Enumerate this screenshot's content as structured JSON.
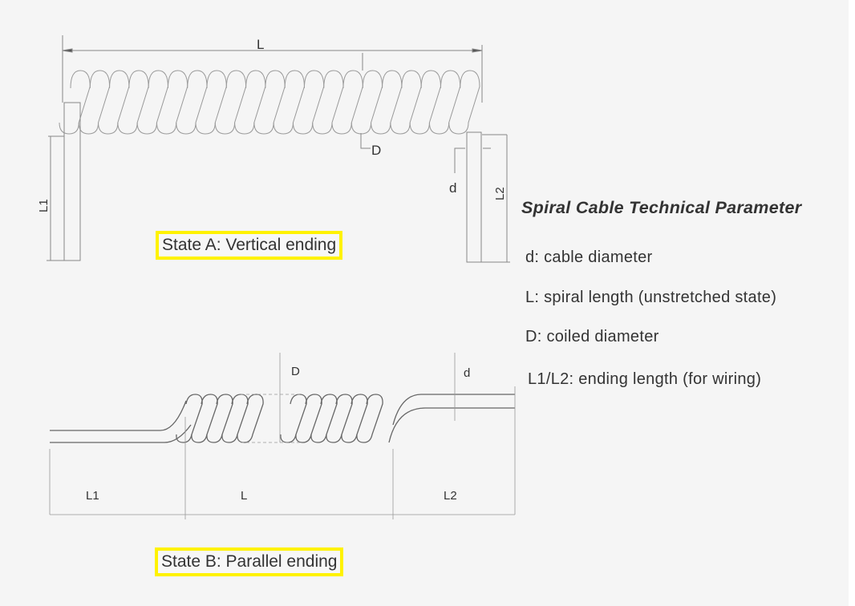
{
  "diagram_a": {
    "label_L": "L",
    "label_D": "D",
    "label_d": "d",
    "label_L1": "L1",
    "label_L2": "L2",
    "state_label": "State A: Vertical ending",
    "coil_turns": 21
  },
  "diagram_b": {
    "label_D": "D",
    "label_d": "d",
    "label_L1": "L1",
    "label_L": "L",
    "label_L2": "L2",
    "state_label": "State B: Parallel ending"
  },
  "parameters": {
    "title": "Spiral Cable Technical Parameter",
    "items": [
      "d: cable diameter",
      "L: spiral length (unstretched state)",
      "D: coiled diameter",
      "L1/L2: ending length (for wiring)"
    ]
  },
  "colors": {
    "highlight": "#fff200",
    "line": "#888888",
    "text": "#333333"
  }
}
